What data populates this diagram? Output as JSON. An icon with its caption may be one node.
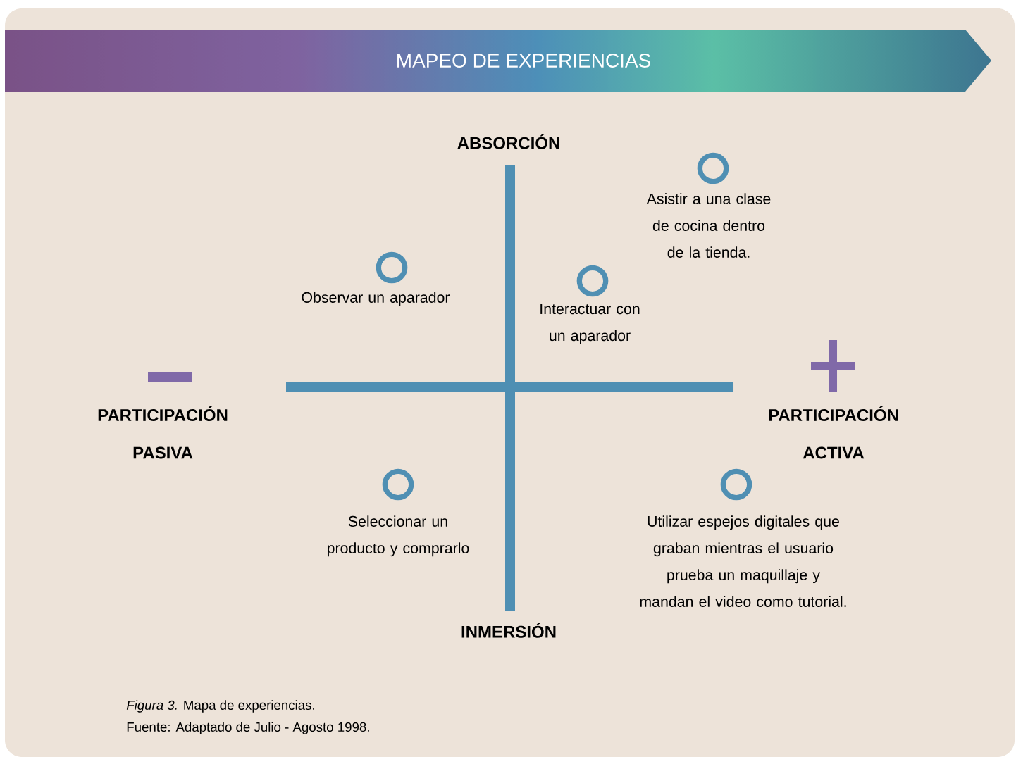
{
  "diagram": {
    "title": "MAPEO DE EXPERIENCIAS",
    "caption": "*Figura 3.* Mapa de experiencias.",
    "nodes": [
      {
        "text": [
          "Asistir a una clase de cocina dentro de la tienda."
        ]
      },
      {
        "text": [
          "Observar un aparador"
        ]
      },
      {
        "text": [
          "Interactuar con un aparador"
        ]
      },
      {
        "text": [
          "Seleccionar un producto y comprarlo"
        ]
      },
      {
        "text": [
          "Utilizar espejos digitales que graban mientras el usuario prueba un maquillaje y mandan el video como tutorial."
        ]
      }
    ],
    "labels": [
      "ABSORCIÓN",
      "PARTICIPACIÓN PASIVA",
      "PARTICIPACIÓN ACTIVA",
      "INMERSIÓN",
      "Fuente: Adaptado de Julio - Agosto 1998."
    ]
  }
}
